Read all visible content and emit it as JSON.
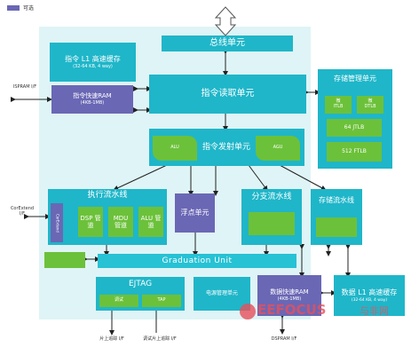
{
  "legend": {
    "label": "可选",
    "color": "#6a67b5"
  },
  "bus_unit": "总线单元",
  "icache": {
    "title": "指令 L1 高速缓存",
    "detail": "(32-64 KB, 4 way)"
  },
  "ispram": {
    "label": "指令快速RAM",
    "size": "(4KB-1MB)"
  },
  "ispram_if": "ISPRAM I/F",
  "fetch_unit": "指令读取单元",
  "mmu": {
    "title": "存储管理单元",
    "itlb": "ITLB",
    "dtlb": "DTLB",
    "jtlb": "64 JTLB",
    "ftlb": "512 FTLB",
    "itlb_prefix": "微",
    "dtlb_prefix": "微"
  },
  "issue": {
    "title": "指令发射单元",
    "alu_left": "ALU",
    "agu_right": "AGU"
  },
  "exec": {
    "title": "执行流水线",
    "dsp": "DSP 管道",
    "mdu": "MDU 管道",
    "alu": "ALU 管道",
    "side": "CorExtend"
  },
  "corextend_if": "CorExtend I/F",
  "fpu": "浮点单元",
  "branch": "分支流水线",
  "store": "存储流水线",
  "graduation": "Graduation Unit",
  "ejtag": {
    "title": "EJTAG",
    "left": "调试",
    "right": "TAP"
  },
  "power": "电源管理单元",
  "dspram": {
    "label": "数据快速RAM",
    "size": "(4KB-1MB)"
  },
  "dcache": {
    "title": "数据 L1 高速缓存",
    "detail": "(32-64 KB, 4 way)"
  },
  "dspram_if": "DSPRAM I/F",
  "bottom_if_left": "片上追踪 I/F",
  "bottom_if_right": "调试片上追踪 I/F",
  "watermark": {
    "brand": "EEFOCUS",
    "cn": "与非网"
  },
  "colors": {
    "teal": "#1fb6c9",
    "purple": "#6a67b5",
    "green": "#6cc13a",
    "panel": "#dff4f6"
  }
}
